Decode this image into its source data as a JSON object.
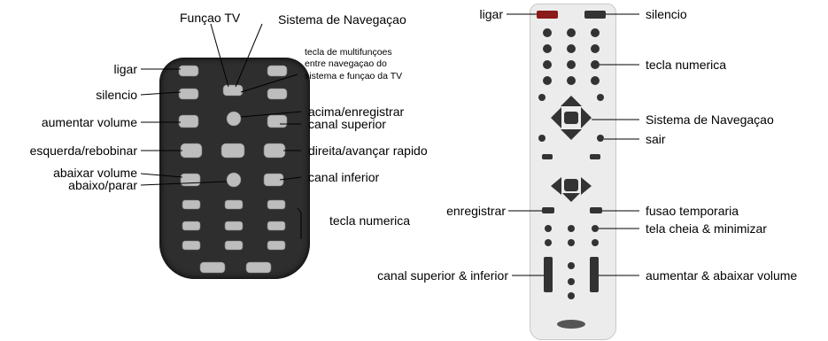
{
  "left_remote": {
    "labels": {
      "funcao_tv": "Funçao TV",
      "sistema_navegacao_top": "Sistema de Navegaçao",
      "multifuncoes": [
        "tecla de multifunçoes",
        "entre navegaçao do",
        "sistema e funçao da TV"
      ],
      "ligar": "ligar",
      "silencio": "silencio",
      "aumentar_volume": "aumentar volume",
      "esquerda_rebobinar": "esquerda/rebobinar",
      "abaixar_volume": "abaixar volume",
      "abaixo_parar": "abaixo/parar",
      "acima_enregistrar": "acima/enregistrar",
      "canal_superior": "canal superior",
      "direita_avancar": "direita/avançar rapido",
      "canal_inferior": "canal inferior",
      "tecla_numerica": "tecla numerica"
    }
  },
  "right_remote": {
    "labels": {
      "ligar": "ligar",
      "silencio": "silencio",
      "tecla_numerica": "tecla numerica",
      "sistema_navegacao": "Sistema de Navegaçao",
      "sair": "sair",
      "enregistrar": "enregistrar",
      "fusao_temporaria": "fusao temporaria",
      "tela_cheia": "tela cheia & minimizar",
      "canal_sup_inf": "canal superior & inferior",
      "aumentar_abaixar_volume": "aumentar & abaixar volume"
    }
  },
  "colors": {
    "dark_remote": "#2e2e2e",
    "light_remote": "#ececec",
    "power_button": "#8b1a1a"
  }
}
